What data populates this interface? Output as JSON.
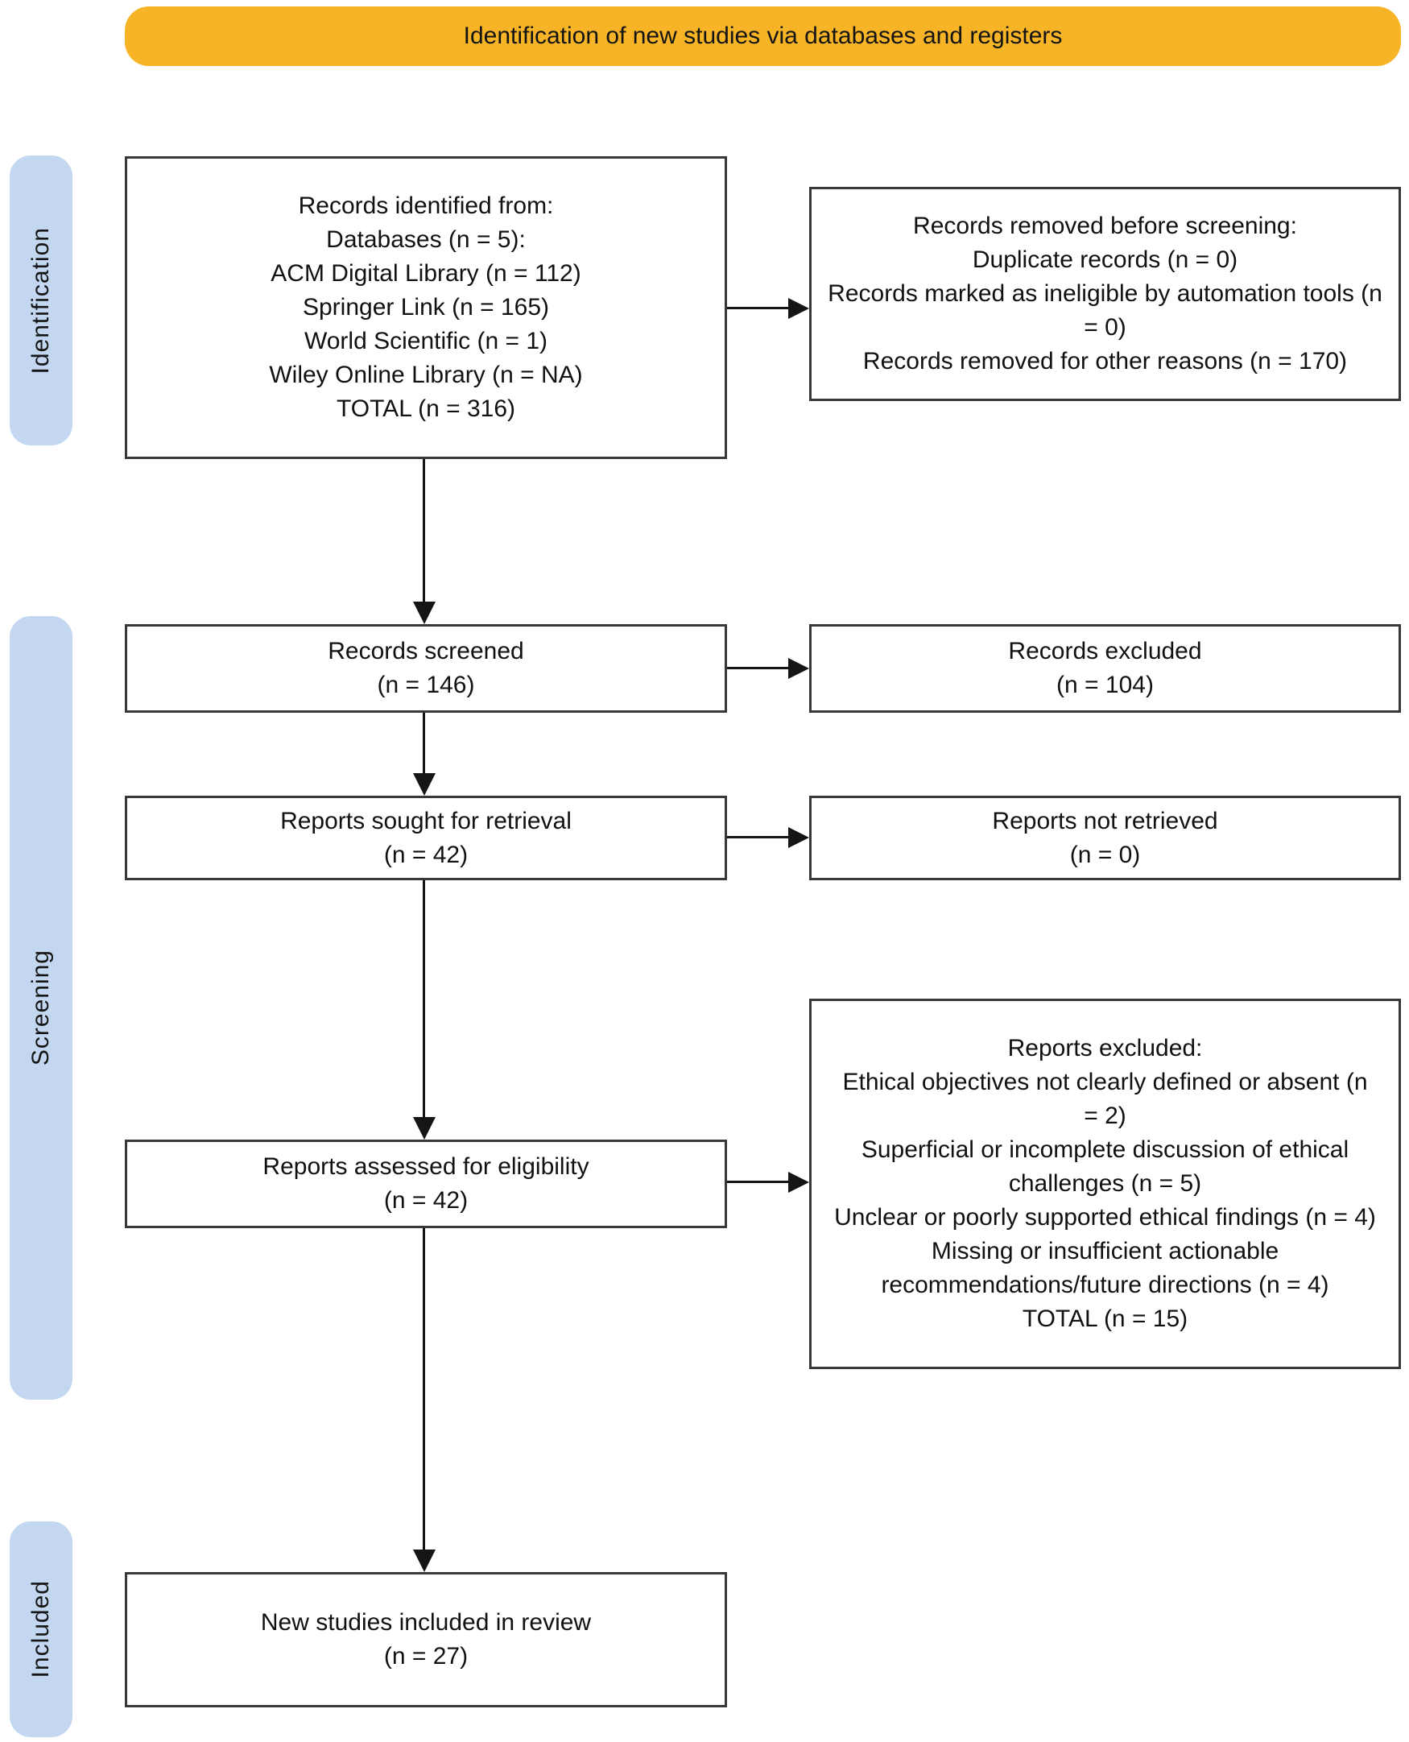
{
  "banner": {
    "title": "Identification of new studies via databases and registers"
  },
  "side_labels": {
    "identification": "Identification",
    "screening": "Screening",
    "included": "Included"
  },
  "colors": {
    "banner_bg": "#F7B426",
    "stage_bg": "#C3D7F0",
    "box_border": "#383838",
    "arrow": "#151515"
  },
  "boxes": {
    "records_identified": {
      "lines": [
        "Records identified from:",
        "Databases (n = 5):",
        "ACM Digital Library (n = 112)",
        "Springer Link (n = 165)",
        "World Scientific (n = 1)",
        "Wiley Online Library (n = NA)",
        "TOTAL (n = 316)"
      ]
    },
    "records_removed": {
      "lines": [
        "Records removed before screening:",
        "Duplicate records (n = 0)",
        "Records marked as ineligible by automation tools (n = 0)",
        "Records removed for other reasons (n = 170)"
      ]
    },
    "records_screened": {
      "lines": [
        "Records screened",
        "(n = 146)"
      ]
    },
    "records_excluded": {
      "lines": [
        "Records excluded",
        "(n = 104)"
      ]
    },
    "reports_sought": {
      "lines": [
        "Reports sought for retrieval",
        "(n = 42)"
      ]
    },
    "reports_not_retrieved": {
      "lines": [
        "Reports not retrieved",
        "(n = 0)"
      ]
    },
    "reports_assessed": {
      "lines": [
        "Reports assessed for eligibility",
        "(n = 42)"
      ]
    },
    "reports_excluded": {
      "lines": [
        "Reports excluded:",
        "Ethical objectives not clearly defined or absent (n = 2)",
        "Superficial or incomplete discussion of ethical challenges (n = 5)",
        "Unclear or poorly supported ethical findings (n = 4)",
        "Missing or insufficient actionable recommendations/future directions (n = 4)",
        "TOTAL (n = 15)"
      ]
    },
    "new_studies": {
      "lines": [
        "New studies included in review",
        "(n = 27)"
      ]
    }
  }
}
